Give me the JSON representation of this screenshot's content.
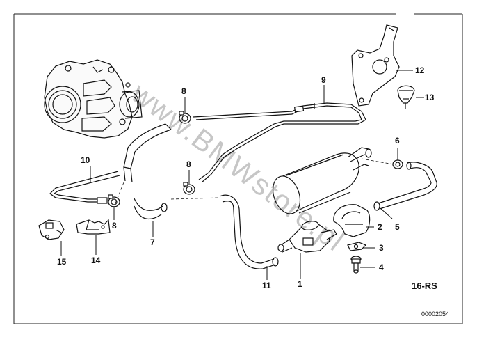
{
  "diagram": {
    "watermark": "www.BMWstore.pl",
    "group_code": "16-RS",
    "image_id": "00002054",
    "callouts": [
      {
        "id": "1",
        "text": "1"
      },
      {
        "id": "2",
        "text": "2"
      },
      {
        "id": "3",
        "text": "3"
      },
      {
        "id": "4",
        "text": "4"
      },
      {
        "id": "5",
        "text": "5"
      },
      {
        "id": "6",
        "text": "6"
      },
      {
        "id": "7",
        "text": "7"
      },
      {
        "id": "8a",
        "text": "8"
      },
      {
        "id": "8b",
        "text": "8"
      },
      {
        "id": "8c",
        "text": "8"
      },
      {
        "id": "9",
        "text": "9"
      },
      {
        "id": "10",
        "text": "10"
      },
      {
        "id": "11",
        "text": "11"
      },
      {
        "id": "12",
        "text": "12"
      },
      {
        "id": "13",
        "text": "13"
      },
      {
        "id": "14",
        "text": "14"
      },
      {
        "id": "15",
        "text": "15"
      }
    ]
  }
}
